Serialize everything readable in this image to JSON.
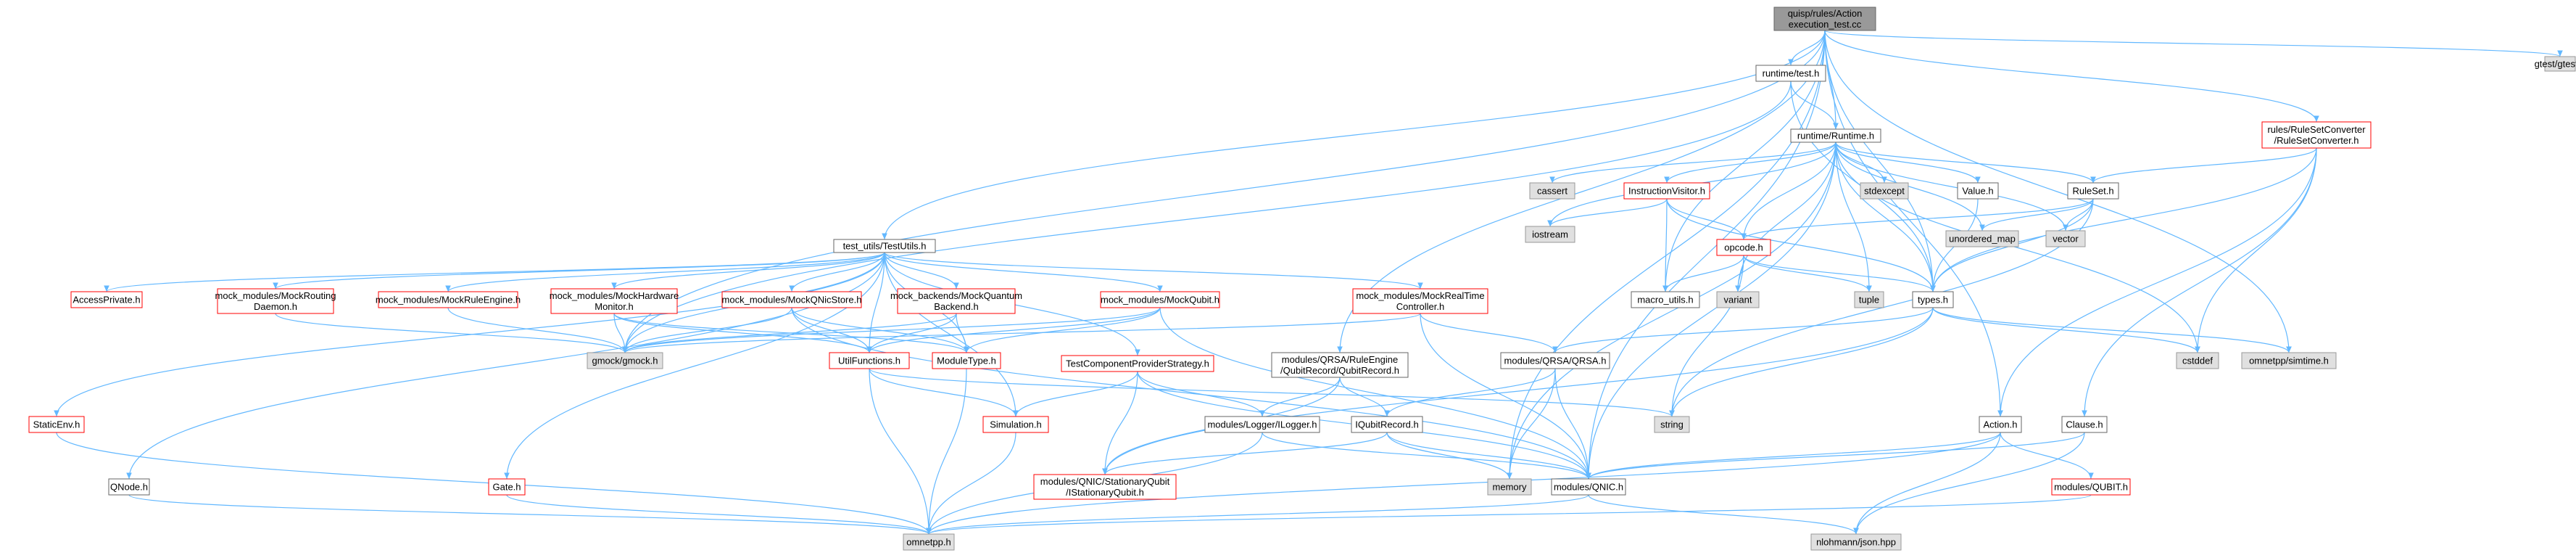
{
  "graph": {
    "colors": {
      "edge": "#63b8ff",
      "arrow": "#63b8ff",
      "root_fill": "#999999",
      "root_stroke": "#666666",
      "normal_fill": "#ffffff",
      "normal_stroke": "#666666",
      "red_stroke": "#ff0000",
      "external_fill": "#e0e0e0",
      "external_stroke": "#999999"
    },
    "nodes": [
      {
        "id": "root",
        "lines": [
          "quisp/rules/Action",
          "execution_test.cc"
        ],
        "style": "root"
      },
      {
        "id": "runtime_test",
        "lines": [
          "runtime/test.h"
        ],
        "style": "normal"
      },
      {
        "id": "runtime_runtime",
        "lines": [
          "runtime/Runtime.h"
        ],
        "style": "normal"
      },
      {
        "id": "rulesetconverter",
        "lines": [
          "rules/RuleSetConverter",
          "/RuleSetConverter.h"
        ],
        "style": "red"
      },
      {
        "id": "gtest",
        "lines": [
          "gtest/gtest.h"
        ],
        "style": "external"
      },
      {
        "id": "cassert",
        "lines": [
          "cassert"
        ],
        "style": "external"
      },
      {
        "id": "instructionvisitor",
        "lines": [
          "InstructionVisitor.h"
        ],
        "style": "red"
      },
      {
        "id": "stdexcept",
        "lines": [
          "stdexcept"
        ],
        "style": "external"
      },
      {
        "id": "value",
        "lines": [
          "Value.h"
        ],
        "style": "normal"
      },
      {
        "id": "ruleset",
        "lines": [
          "RuleSet.h"
        ],
        "style": "normal"
      },
      {
        "id": "iostream",
        "lines": [
          "iostream"
        ],
        "style": "external"
      },
      {
        "id": "opcode",
        "lines": [
          "opcode.h"
        ],
        "style": "red"
      },
      {
        "id": "unordered_map",
        "lines": [
          "unordered_map"
        ],
        "style": "external"
      },
      {
        "id": "vector",
        "lines": [
          "vector"
        ],
        "style": "external"
      },
      {
        "id": "testutils",
        "lines": [
          "test_utils/TestUtils.h"
        ],
        "style": "normal"
      },
      {
        "id": "variant",
        "lines": [
          "variant"
        ],
        "style": "external"
      },
      {
        "id": "tuple",
        "lines": [
          "tuple"
        ],
        "style": "external"
      },
      {
        "id": "accessprivate",
        "lines": [
          "AccessPrivate.h"
        ],
        "style": "red"
      },
      {
        "id": "mockrouting",
        "lines": [
          "mock_modules/MockRouting",
          "Daemon.h"
        ],
        "style": "red"
      },
      {
        "id": "mockruleengine",
        "lines": [
          "mock_modules/MockRuleEngine.h"
        ],
        "style": "red"
      },
      {
        "id": "mockhardware",
        "lines": [
          "mock_modules/MockHardware",
          "Monitor.h"
        ],
        "style": "red"
      },
      {
        "id": "mockqnicstore",
        "lines": [
          "mock_modules/MockQNicStore.h"
        ],
        "style": "red"
      },
      {
        "id": "mockquantum",
        "lines": [
          "mock_backends/MockQuantum",
          "Backend.h"
        ],
        "style": "red"
      },
      {
        "id": "mockqubit",
        "lines": [
          "mock_modules/MockQubit.h"
        ],
        "style": "red"
      },
      {
        "id": "mockrealtime",
        "lines": [
          "mock_modules/MockRealTime",
          "Controller.h"
        ],
        "style": "red"
      },
      {
        "id": "macro_utils",
        "lines": [
          "macro_utils.h"
        ],
        "style": "normal"
      },
      {
        "id": "types",
        "lines": [
          "types.h"
        ],
        "style": "normal"
      },
      {
        "id": "gmock",
        "lines": [
          "gmock/gmock.h"
        ],
        "style": "external"
      },
      {
        "id": "utilfunctions",
        "lines": [
          "UtilFunctions.h"
        ],
        "style": "red"
      },
      {
        "id": "moduletype",
        "lines": [
          "ModuleType.h"
        ],
        "style": "red"
      },
      {
        "id": "testcomponent",
        "lines": [
          "TestComponentProviderStrategy.h"
        ],
        "style": "red"
      },
      {
        "id": "qubitrecord",
        "lines": [
          "modules/QRSA/RuleEngine",
          "/QubitRecord/QubitRecord.h"
        ],
        "style": "normal"
      },
      {
        "id": "qrsa",
        "lines": [
          "modules/QRSA/QRSA.h"
        ],
        "style": "normal"
      },
      {
        "id": "cstddef",
        "lines": [
          "cstddef"
        ],
        "style": "external"
      },
      {
        "id": "simtime",
        "lines": [
          "omnetpp/simtime.h"
        ],
        "style": "external"
      },
      {
        "id": "staticenv",
        "lines": [
          "StaticEnv.h"
        ],
        "style": "red"
      },
      {
        "id": "simulation",
        "lines": [
          "Simulation.h"
        ],
        "style": "red"
      },
      {
        "id": "ilogger",
        "lines": [
          "modules/Logger/ILogger.h"
        ],
        "style": "normal"
      },
      {
        "id": "string",
        "lines": [
          "string"
        ],
        "style": "external"
      },
      {
        "id": "iqubitrecord",
        "lines": [
          "IQubitRecord.h"
        ],
        "style": "normal"
      },
      {
        "id": "action",
        "lines": [
          "Action.h"
        ],
        "style": "normal"
      },
      {
        "id": "clause",
        "lines": [
          "Clause.h"
        ],
        "style": "normal"
      },
      {
        "id": "qnode",
        "lines": [
          "QNode.h"
        ],
        "style": "normal"
      },
      {
        "id": "gate",
        "lines": [
          "Gate.h"
        ],
        "style": "red"
      },
      {
        "id": "stationaryqubit",
        "lines": [
          "modules/QNIC/StationaryQubit",
          "/IStationaryQubit.h"
        ],
        "style": "red"
      },
      {
        "id": "memory",
        "lines": [
          "memory"
        ],
        "style": "external"
      },
      {
        "id": "qnic",
        "lines": [
          "modules/QNIC.h"
        ],
        "style": "normal"
      },
      {
        "id": "qubit",
        "lines": [
          "modules/QUBIT.h"
        ],
        "style": "red"
      },
      {
        "id": "omnetpp",
        "lines": [
          "omnetpp.h"
        ],
        "style": "external"
      },
      {
        "id": "json",
        "lines": [
          "nlohmann/json.hpp"
        ],
        "style": "external"
      }
    ],
    "edges": [
      [
        "root",
        "runtime_test"
      ],
      [
        "root",
        "runtime_runtime"
      ],
      [
        "root",
        "rulesetconverter"
      ],
      [
        "root",
        "gtest"
      ],
      [
        "root",
        "testutils"
      ],
      [
        "root",
        "gmock"
      ],
      [
        "root",
        "types"
      ],
      [
        "root",
        "action"
      ],
      [
        "root",
        "qnic"
      ],
      [
        "root",
        "simtime"
      ],
      [
        "root",
        "qubitrecord"
      ],
      [
        "root",
        "macro_utils"
      ],
      [
        "root",
        "memory"
      ],
      [
        "runtime_test",
        "runtime_runtime"
      ],
      [
        "runtime_test",
        "gmock"
      ],
      [
        "runtime_test",
        "types"
      ],
      [
        "runtime_runtime",
        "cassert"
      ],
      [
        "runtime_runtime",
        "instructionvisitor"
      ],
      [
        "runtime_runtime",
        "stdexcept"
      ],
      [
        "runtime_runtime",
        "value"
      ],
      [
        "runtime_runtime",
        "ruleset"
      ],
      [
        "runtime_runtime",
        "iostream"
      ],
      [
        "runtime_runtime",
        "opcode"
      ],
      [
        "runtime_runtime",
        "unordered_map"
      ],
      [
        "runtime_runtime",
        "vector"
      ],
      [
        "runtime_runtime",
        "variant"
      ],
      [
        "runtime_runtime",
        "tuple"
      ],
      [
        "runtime_runtime",
        "types"
      ],
      [
        "runtime_runtime",
        "cstddef"
      ],
      [
        "runtime_runtime",
        "qnic"
      ],
      [
        "runtime_runtime",
        "memory"
      ],
      [
        "rulesetconverter",
        "ruleset"
      ],
      [
        "rulesetconverter",
        "types"
      ],
      [
        "rulesetconverter",
        "cstddef"
      ],
      [
        "rulesetconverter",
        "action"
      ],
      [
        "rulesetconverter",
        "clause"
      ],
      [
        "instructionvisitor",
        "iostream"
      ],
      [
        "instructionvisitor",
        "opcode"
      ],
      [
        "instructionvisitor",
        "macro_utils"
      ],
      [
        "instructionvisitor",
        "types"
      ],
      [
        "value",
        "types"
      ],
      [
        "ruleset",
        "opcode"
      ],
      [
        "ruleset",
        "unordered_map"
      ],
      [
        "ruleset",
        "vector"
      ],
      [
        "ruleset",
        "types"
      ],
      [
        "ruleset",
        "string"
      ],
      [
        "opcode",
        "macro_utils"
      ],
      [
        "opcode",
        "variant"
      ],
      [
        "opcode",
        "tuple"
      ],
      [
        "opcode",
        "types"
      ],
      [
        "opcode",
        "string"
      ],
      [
        "types",
        "qrsa"
      ],
      [
        "types",
        "cstddef"
      ],
      [
        "types",
        "simtime"
      ],
      [
        "types",
        "string"
      ],
      [
        "types",
        "stationaryqubit"
      ],
      [
        "testutils",
        "accessprivate"
      ],
      [
        "testutils",
        "mockrouting"
      ],
      [
        "testutils",
        "mockruleengine"
      ],
      [
        "testutils",
        "mockhardware"
      ],
      [
        "testutils",
        "mockqnicstore"
      ],
      [
        "testutils",
        "mockquantum"
      ],
      [
        "testutils",
        "mockqubit"
      ],
      [
        "testutils",
        "mockrealtime"
      ],
      [
        "testutils",
        "gmock"
      ],
      [
        "testutils",
        "utilfunctions"
      ],
      [
        "testutils",
        "moduletype"
      ],
      [
        "testutils",
        "testcomponent"
      ],
      [
        "testutils",
        "staticenv"
      ],
      [
        "testutils",
        "qnode"
      ],
      [
        "testutils",
        "gate"
      ],
      [
        "testutils",
        "simulation"
      ],
      [
        "mockrouting",
        "gmock"
      ],
      [
        "mockruleengine",
        "gmock"
      ],
      [
        "mockhardware",
        "gmock"
      ],
      [
        "mockhardware",
        "utilfunctions"
      ],
      [
        "mockhardware",
        "moduletype"
      ],
      [
        "mockqnicstore",
        "gmock"
      ],
      [
        "mockqnicstore",
        "utilfunctions"
      ],
      [
        "mockqnicstore",
        "moduletype"
      ],
      [
        "mockqnicstore",
        "qnic"
      ],
      [
        "mockquantum",
        "gmock"
      ],
      [
        "mockquantum",
        "utilfunctions"
      ],
      [
        "mockquantum",
        "moduletype"
      ],
      [
        "mockqubit",
        "gmock"
      ],
      [
        "mockqubit",
        "utilfunctions"
      ],
      [
        "mockqubit",
        "moduletype"
      ],
      [
        "mockqubit",
        "qnic"
      ],
      [
        "mockrealtime",
        "gmock"
      ],
      [
        "mockrealtime",
        "qrsa"
      ],
      [
        "mockrealtime",
        "qnic"
      ],
      [
        "utilfunctions",
        "simulation"
      ],
      [
        "utilfunctions",
        "omnetpp"
      ],
      [
        "utilfunctions",
        "string"
      ],
      [
        "moduletype",
        "omnetpp"
      ],
      [
        "testcomponent",
        "simulation"
      ],
      [
        "testcomponent",
        "ilogger"
      ],
      [
        "testcomponent",
        "stationaryqubit"
      ],
      [
        "testcomponent",
        "qnic"
      ],
      [
        "qubitrecord",
        "ilogger"
      ],
      [
        "qubitrecord",
        "iqubitrecord"
      ],
      [
        "qubitrecord",
        "stationaryqubit"
      ],
      [
        "qrsa",
        "iqubitrecord"
      ],
      [
        "qrsa",
        "memory"
      ],
      [
        "qrsa",
        "qnic"
      ],
      [
        "staticenv",
        "omnetpp"
      ],
      [
        "simulation",
        "omnetpp"
      ],
      [
        "ilogger",
        "omnetpp"
      ],
      [
        "ilogger",
        "qnic"
      ],
      [
        "iqubitrecord",
        "stationaryqubit"
      ],
      [
        "iqubitrecord",
        "memory"
      ],
      [
        "iqubitrecord",
        "qnic"
      ],
      [
        "action",
        "qnic"
      ],
      [
        "action",
        "qubit"
      ],
      [
        "action",
        "json"
      ],
      [
        "action",
        "omnetpp"
      ],
      [
        "clause",
        "qnic"
      ],
      [
        "clause",
        "json"
      ],
      [
        "qnode",
        "omnetpp"
      ],
      [
        "gate",
        "omnetpp"
      ],
      [
        "qnic",
        "omnetpp"
      ],
      [
        "qnic",
        "json"
      ],
      [
        "qubit",
        "omnetpp"
      ]
    ]
  }
}
